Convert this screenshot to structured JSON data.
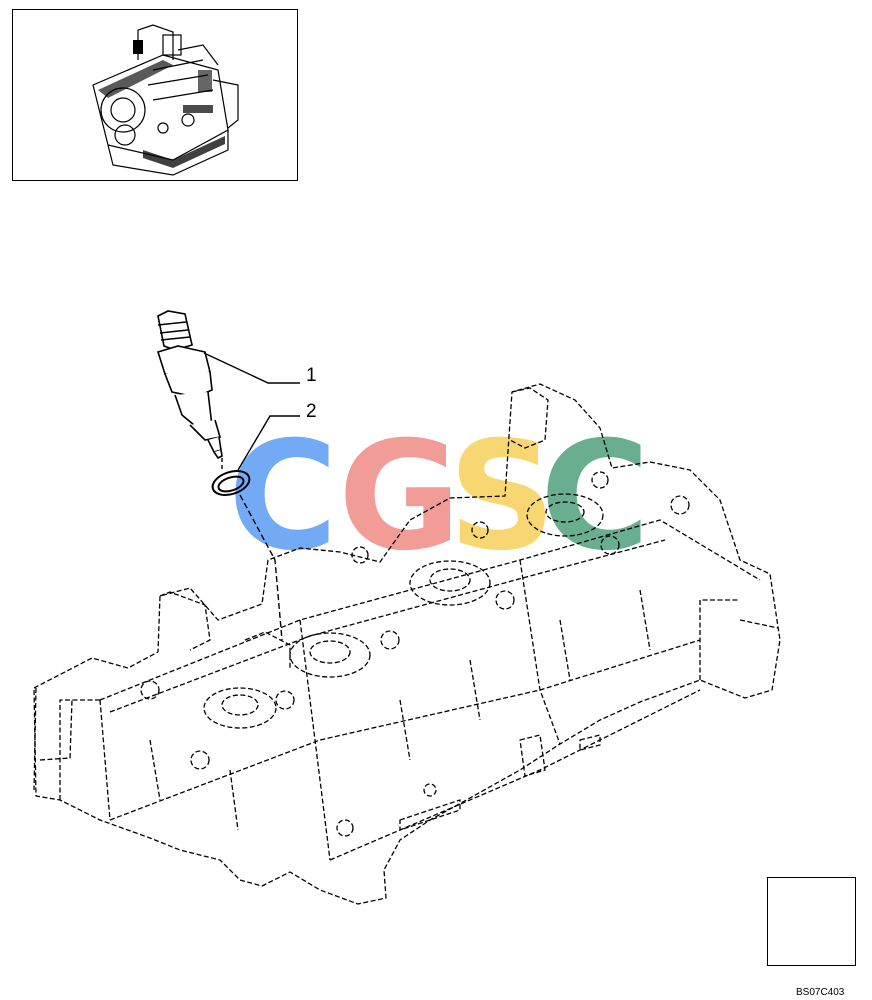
{
  "callouts": [
    {
      "label": "1",
      "part": "injector"
    },
    {
      "label": "2",
      "part": "sealing-washer"
    }
  ],
  "drawing_code": "BS07C403",
  "watermark": {
    "letters": [
      "C",
      "G",
      "S",
      "C"
    ],
    "colors": [
      "#5b9cf5",
      "#f08b86",
      "#f7d15a",
      "#4fa07c"
    ]
  },
  "line_color": "#000000"
}
